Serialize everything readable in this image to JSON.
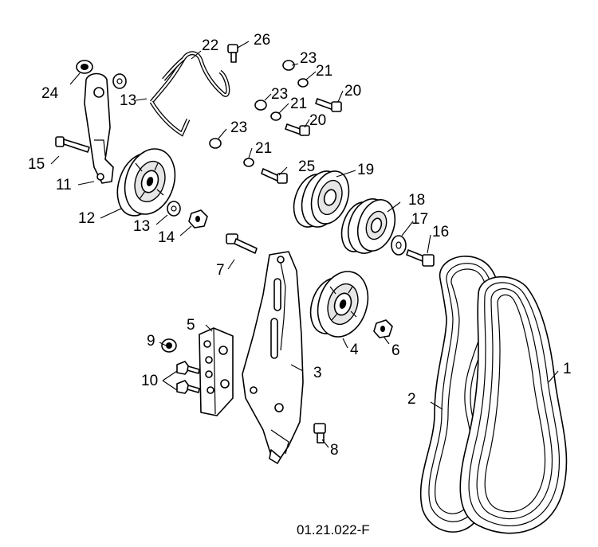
{
  "diagram": {
    "reference_number": "01.21.022-F",
    "callouts": {
      "c1": "1",
      "c2": "2",
      "c3": "3",
      "c4": "4",
      "c5": "5",
      "c6": "6",
      "c7": "7",
      "c8": "8",
      "c9": "9",
      "c10": "10",
      "c11": "11",
      "c12": "12",
      "c13a": "13",
      "c13b": "13",
      "c14": "14",
      "c15": "15",
      "c16": "16",
      "c17": "17",
      "c18": "18",
      "c19": "19",
      "c20a": "20",
      "c20b": "20",
      "c21a": "21",
      "c21b": "21",
      "c21c": "21",
      "c22": "22",
      "c23a": "23",
      "c23b": "23",
      "c23c": "23",
      "c24": "24",
      "c25": "25",
      "c26": "26"
    }
  }
}
